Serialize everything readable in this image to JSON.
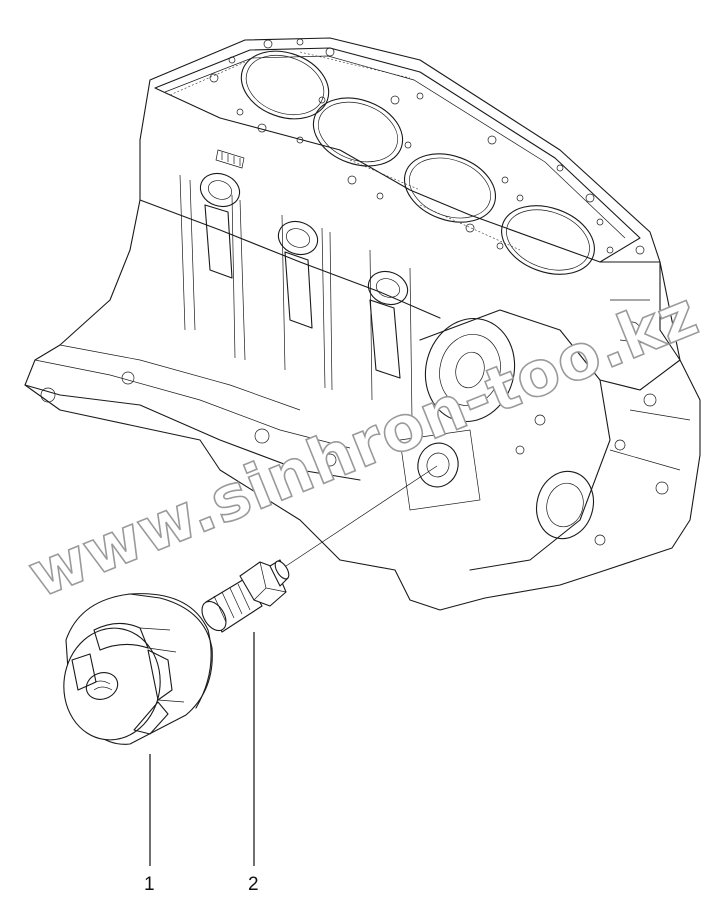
{
  "watermark": "www.sinhron-too.kz",
  "callouts": [
    {
      "number": "1",
      "part": "oil-filter"
    },
    {
      "number": "2",
      "part": "filter-fitting"
    }
  ],
  "colors": {
    "line": "#1a1a1a",
    "watermark_outline": "#9a9a9a",
    "background": "#ffffff"
  }
}
